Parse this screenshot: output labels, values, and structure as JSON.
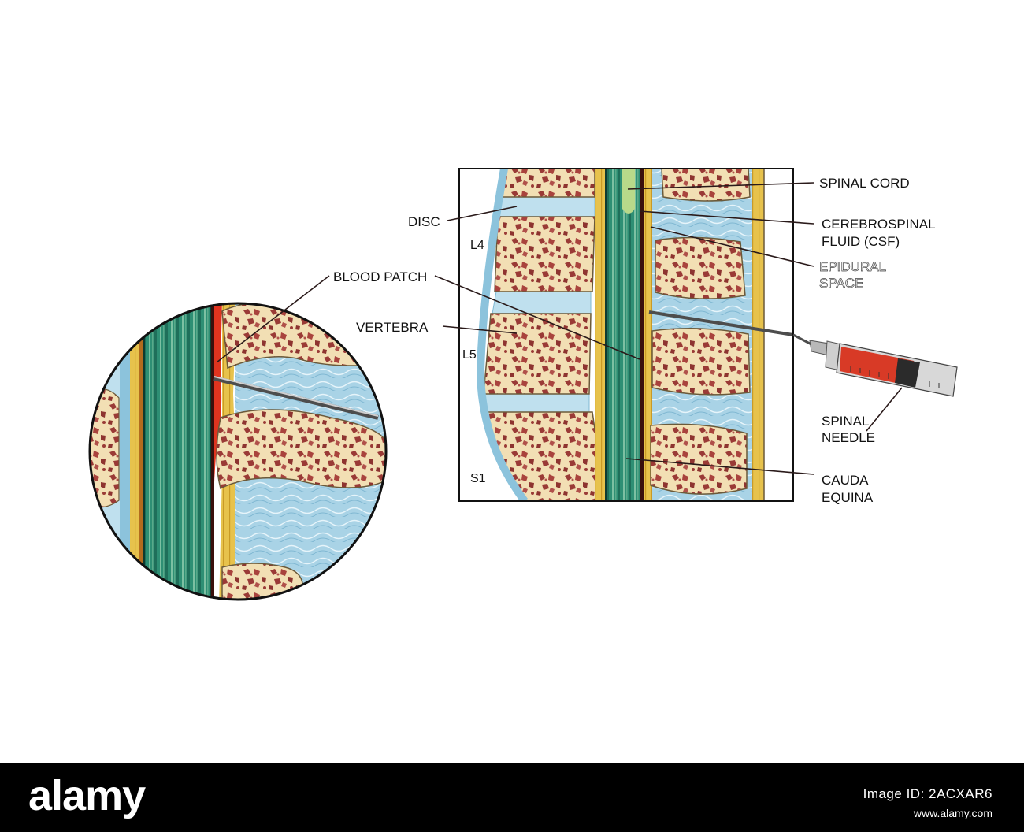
{
  "labels": {
    "spinal_cord": "SPINAL CORD",
    "csf_line1": "CEREBROSPINAL",
    "csf_line2": "FLUID (CSF)",
    "epidural_line1": "EPIDURAL",
    "epidural_line2": "SPACE",
    "disc": "DISC",
    "blood_patch": "BLOOD PATCH",
    "vertebra": "VERTEBRA",
    "l4": "L4",
    "l5": "L5",
    "s1": "S1",
    "needle_line1": "SPINAL",
    "needle_line2": "NEEDLE",
    "cauda_line1": "CAUDA",
    "cauda_line2": "EQUINA"
  },
  "footer": {
    "brand": "alamy",
    "image_id": "Image ID: 2ACXAR6",
    "web_address": "www.alamy.com"
  },
  "colors": {
    "bone": "#f2dfb4",
    "bone_spots": "#9a3a36",
    "disc": "#bfe0ee",
    "cord_green": "#2e8f74",
    "blood": "#e0341f",
    "fat_yellow": "#e7c24c",
    "ligament_blue": "#a9d3e6"
  }
}
